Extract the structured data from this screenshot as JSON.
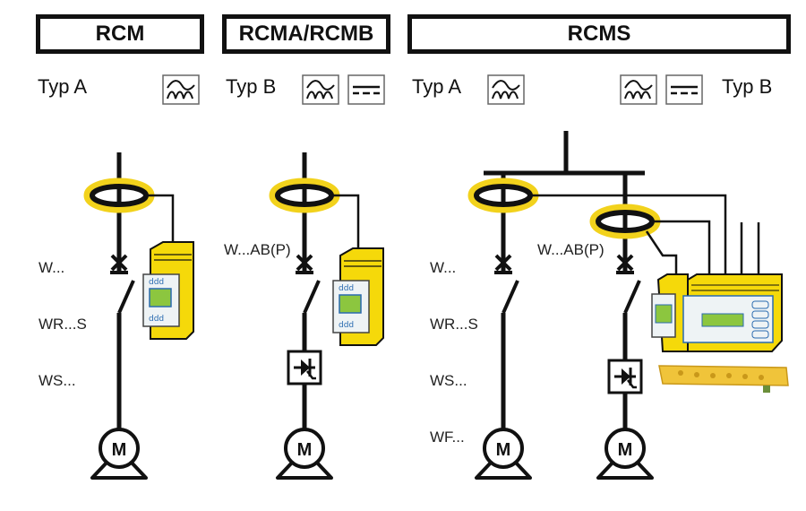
{
  "sections": [
    {
      "title": "RCM",
      "types": [
        {
          "label": "Typ A",
          "icons": [
            "ac-pulsed-dc-icon"
          ]
        }
      ],
      "device_labels": [
        "W...",
        "WR...S",
        "WS..."
      ]
    },
    {
      "title": "RCMA/RCMB",
      "types": [
        {
          "label": "Typ B",
          "icons": [
            "ac-pulsed-dc-icon",
            "dc-icon"
          ]
        }
      ],
      "device_labels": [
        "W...AB(P)"
      ]
    },
    {
      "title": "RCMS",
      "types": [
        {
          "label": "Typ A",
          "icons": [
            "ac-pulsed-dc-icon"
          ]
        },
        {
          "label": "Typ B",
          "icons": [
            "ac-pulsed-dc-icon",
            "dc-icon"
          ]
        }
      ],
      "device_labels": [
        "W...",
        "WR...S",
        "WS...",
        "WF...",
        "W...AB(P)"
      ]
    }
  ],
  "motor_label": "M",
  "colors": {
    "ring_highlight": "#f2d21c",
    "device_yellow": "#f5d90a",
    "display_green": "#8cc63f",
    "line": "#111111"
  }
}
